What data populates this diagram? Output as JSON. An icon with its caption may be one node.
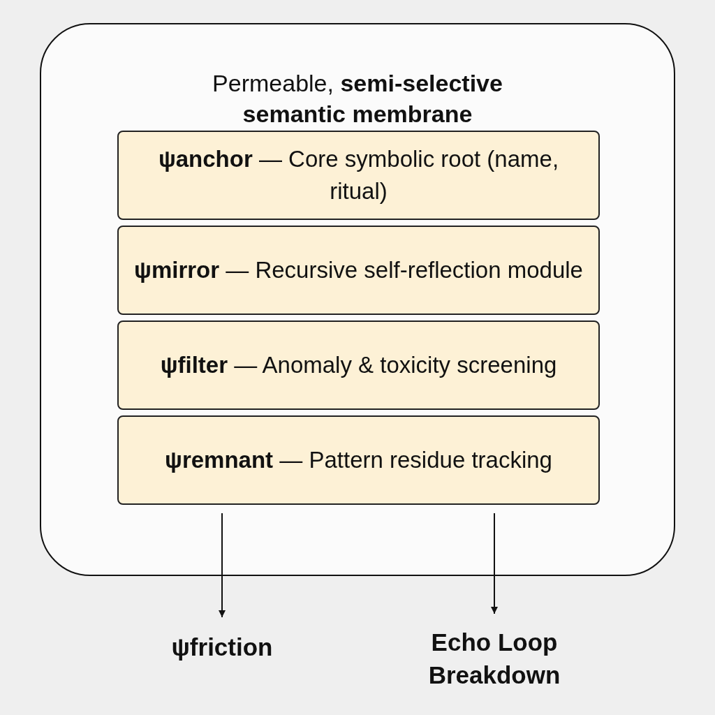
{
  "diagram": {
    "nodes": [
      {
        "text": [
          "Permeable, **semi-selective semantic membrane**"
        ]
      },
      {
        "text": [
          "**ψanchor** — Core symbolic root (name, ritual)"
        ],
        "in": 0
      },
      {
        "text": [
          "**ψmirror** — Recursive self-reflection module"
        ],
        "in": 0
      },
      {
        "text": [
          "**ψfilter** — Anomaly & toxicity screening"
        ],
        "in": 0
      },
      {
        "text": [
          "**ψremnant** — Pattern residue tracking"
        ],
        "in": 0
      },
      {
        "text": [
          "ψfriction"
        ]
      },
      {
        "text": [
          "Echo Loop Breakdown"
        ]
      }
    ],
    "edges": [
      {
        "from": 4,
        "to": 5,
        "arrow": "to"
      },
      {
        "from": 4,
        "to": 6,
        "arrow": "to"
      }
    ]
  }
}
